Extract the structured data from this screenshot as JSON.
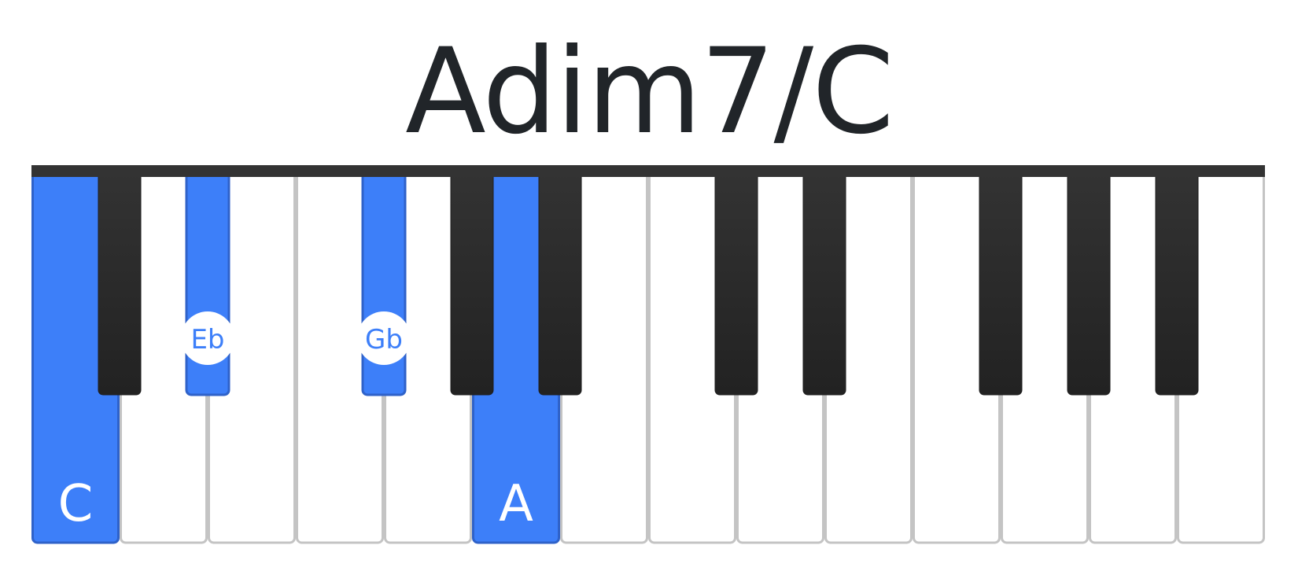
{
  "title": "Adim7/C",
  "keyboard": {
    "white_keys": [
      "C",
      "D",
      "E",
      "F",
      "G",
      "A",
      "B",
      "C",
      "D",
      "E",
      "F",
      "G",
      "A",
      "B"
    ],
    "black_keys": [
      "C#",
      "Eb",
      "F#",
      "G#",
      "Bb",
      "C#",
      "Eb",
      "F#",
      "G#",
      "Bb"
    ],
    "highlighted_keys": [
      {
        "key": "C",
        "label": "C",
        "color": "blue"
      },
      {
        "key": "Eb",
        "label": "Eb",
        "color": "blue"
      },
      {
        "key": "Gb",
        "label": "Gb",
        "color": "blue"
      },
      {
        "key": "A",
        "label": "A",
        "color": "blue"
      }
    ],
    "colors": {
      "highlight": "#3d7ff9",
      "highlight_border": "#2f62c9",
      "top_bar": "#333333",
      "black_key": "#2a2a2a",
      "white_key": "#ffffff",
      "white_key_border": "#c4c4c4"
    }
  }
}
